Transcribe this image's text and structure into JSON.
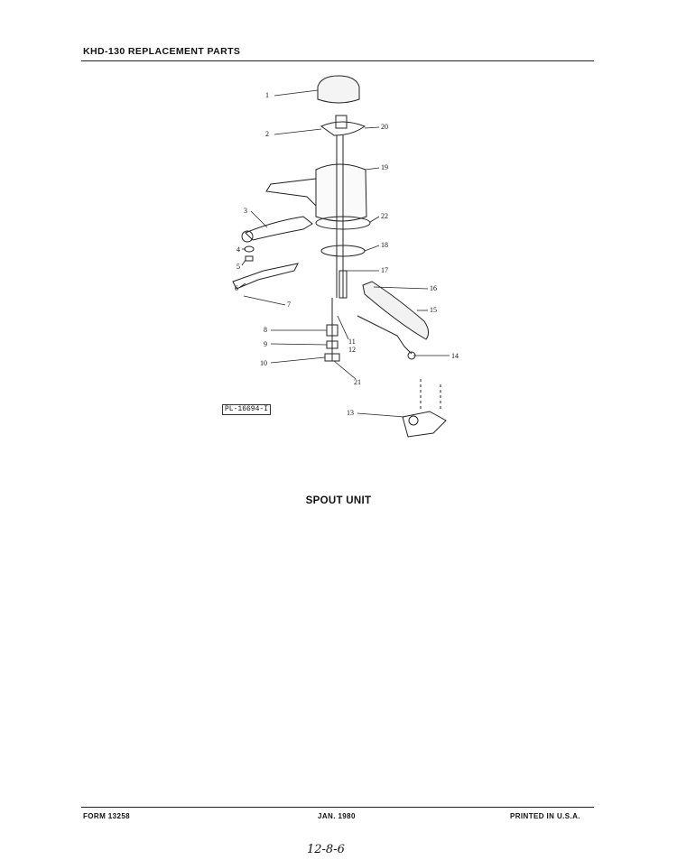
{
  "header": {
    "title": "KHD-130 REPLACEMENT PARTS"
  },
  "diagram": {
    "callouts": [
      "1",
      "2",
      "20",
      "19",
      "3",
      "22",
      "4",
      "5",
      "18",
      "17",
      "6",
      "7",
      "16",
      "15",
      "8",
      "11",
      "12",
      "9",
      "14",
      "10",
      "21",
      "13"
    ],
    "plate_id": "PL-16694-I"
  },
  "caption": "SPOUT UNIT",
  "footer": {
    "form": "FORM 13258",
    "date": "JAN. 1980",
    "printed": "PRINTED IN U.S.A."
  },
  "handwritten_note": "12-8-6"
}
